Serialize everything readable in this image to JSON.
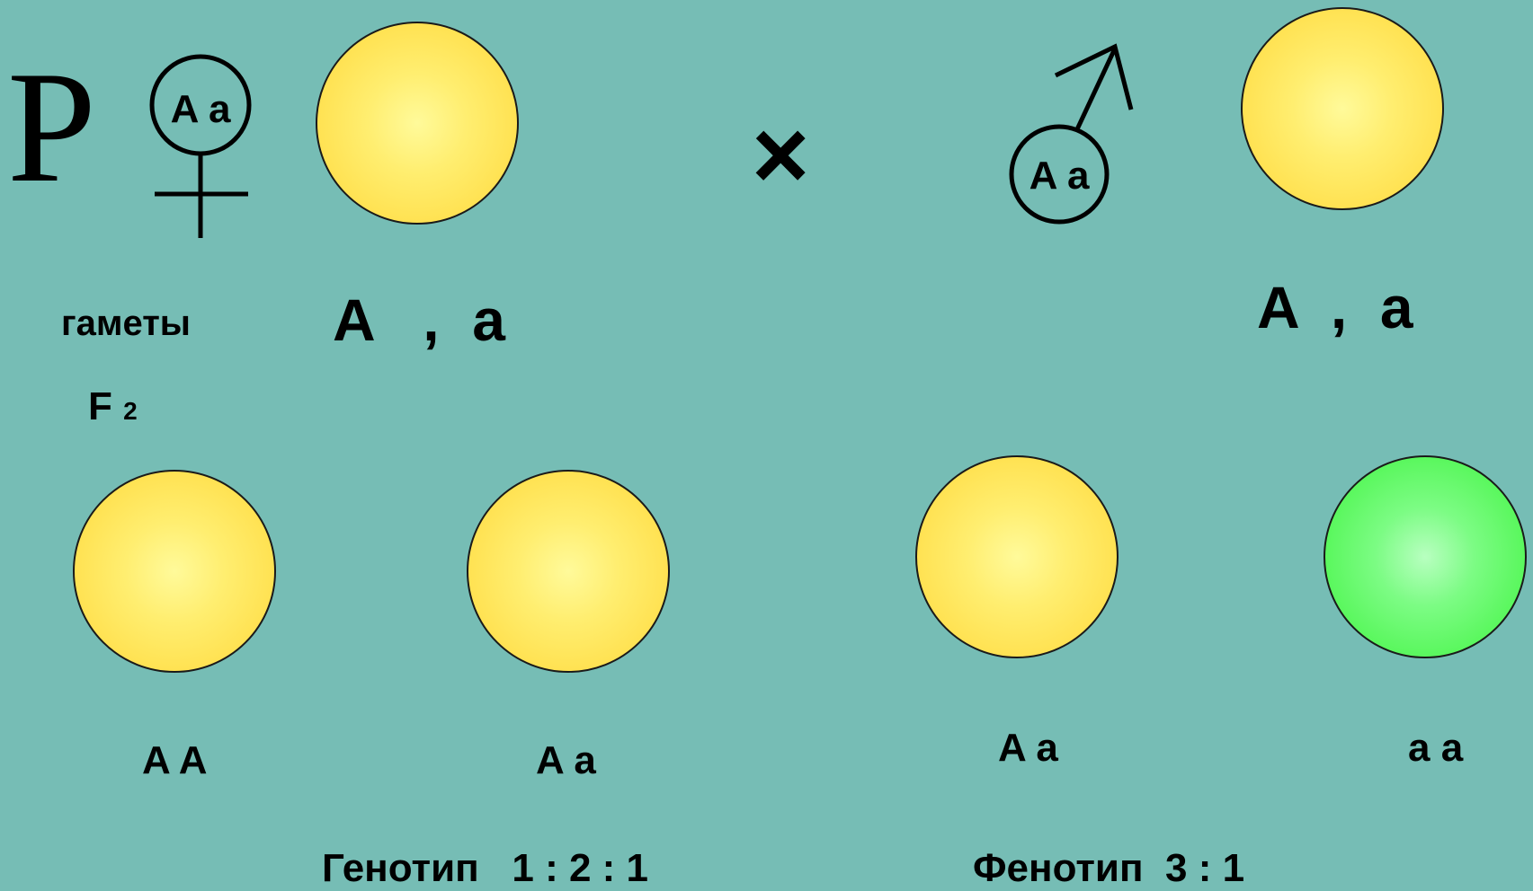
{
  "parents": {
    "p_label": "P",
    "female_genotype": "A a",
    "male_genotype": "A a",
    "cross_symbol": "×"
  },
  "gametes": {
    "label": "гаметы",
    "female": "A   ,  a",
    "male": "A  ,  a"
  },
  "f2": {
    "label": "F",
    "subscript": "2",
    "offspring": [
      {
        "genotype": "A A",
        "color": "yellow"
      },
      {
        "genotype": "A a",
        "color": "yellow"
      },
      {
        "genotype": "A a",
        "color": "yellow"
      },
      {
        "genotype": "a a",
        "color": "green"
      }
    ]
  },
  "ratios": {
    "genotype": "Генотип   1 : 2 : 1",
    "phenotype": "Фенотип  3 : 1"
  },
  "colors": {
    "background": "#76bdb5",
    "yellow_pea": "#ffe04a",
    "green_pea": "#4cf24c"
  }
}
